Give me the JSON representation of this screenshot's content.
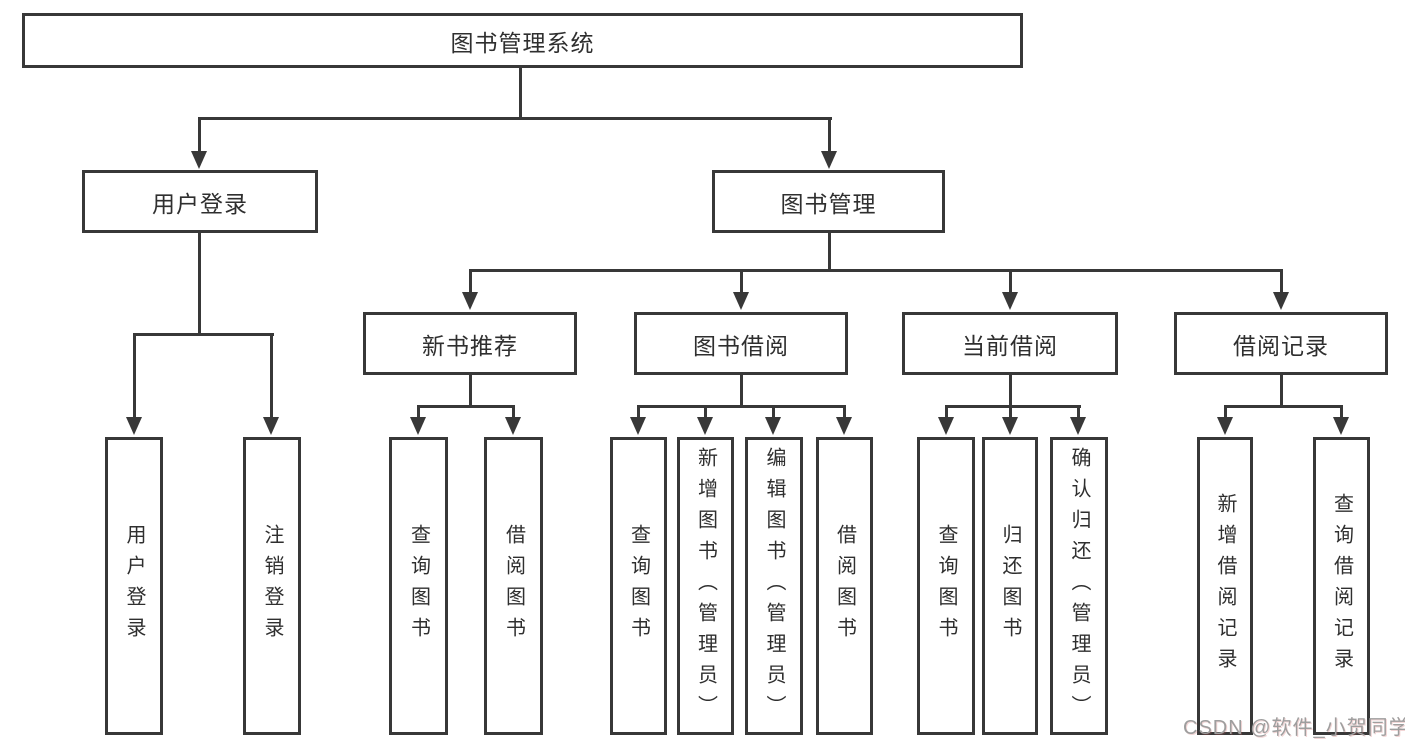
{
  "diagram": {
    "type": "tree",
    "title": "图书管理系统",
    "hierarchy": {
      "root": "图书管理系统",
      "children": [
        {
          "label": "用户登录",
          "children": [
            "用户登录",
            "注销登录"
          ]
        },
        {
          "label": "图书管理",
          "children": [
            {
              "label": "新书推荐",
              "children": [
                "查询图书",
                "借阅图书"
              ]
            },
            {
              "label": "图书借阅",
              "children": [
                "查询图书",
                "新增图书（管理员）",
                "编辑图书（管理员）",
                "借阅图书"
              ]
            },
            {
              "label": "当前借阅",
              "children": [
                "查询图书",
                "归还图书",
                "确认归还（管理员）"
              ]
            },
            {
              "label": "借阅记录",
              "children": [
                "新增借阅记录",
                "查询借阅记录"
              ]
            }
          ]
        }
      ]
    }
  },
  "nodes": {
    "root": "图书管理系统",
    "user_login": "用户登录",
    "book_mgmt": "图书管理",
    "new_books": "新书推荐",
    "book_borrow": "图书借阅",
    "current_borrow": "当前借阅",
    "borrow_records": "借阅记录",
    "ul_login": "用户登录",
    "ul_logout": "注销登录",
    "nb_query": "查询图书",
    "nb_borrow": "借阅图书",
    "bb_query": "查询图书",
    "bb_add": "新增图书（管理员）",
    "bb_edit": "编辑图书（管理员）",
    "bb_borrow": "借阅图书",
    "cb_query": "查询图书",
    "cb_return": "归还图书",
    "cb_confirm": "确认归还（管理员）",
    "br_add": "新增借阅记录",
    "br_query": "查询借阅记录"
  },
  "watermark": "CSDN @软件_小贺同学",
  "colors": {
    "line": "#383838",
    "box_border": "#383838",
    "text": "#2f2f2f",
    "background": "#ffffff",
    "watermark": "#9e9e9e"
  }
}
